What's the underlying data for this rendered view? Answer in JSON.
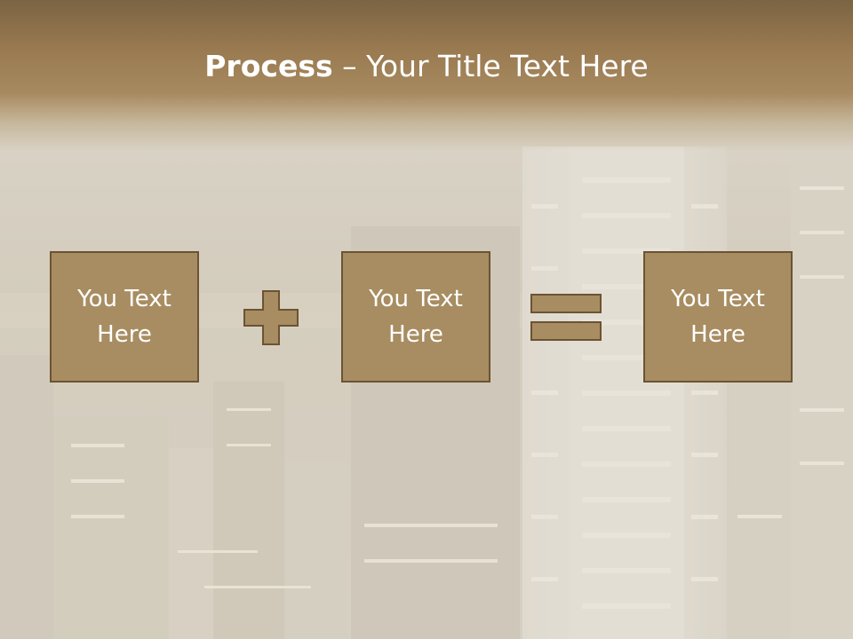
{
  "title": {
    "bold": "Process",
    "rest": " – Your Title Text Here"
  },
  "boxes": [
    {
      "text": "You Text\nHere"
    },
    {
      "text": "You Text\nHere"
    },
    {
      "text": "You Text\nHere"
    }
  ],
  "operators": [
    "plus-icon",
    "equals-icon"
  ],
  "colors": {
    "box_fill": "#a88d62",
    "box_border": "#6b5333",
    "header": "#8c6f48",
    "text": "#ffffff"
  }
}
